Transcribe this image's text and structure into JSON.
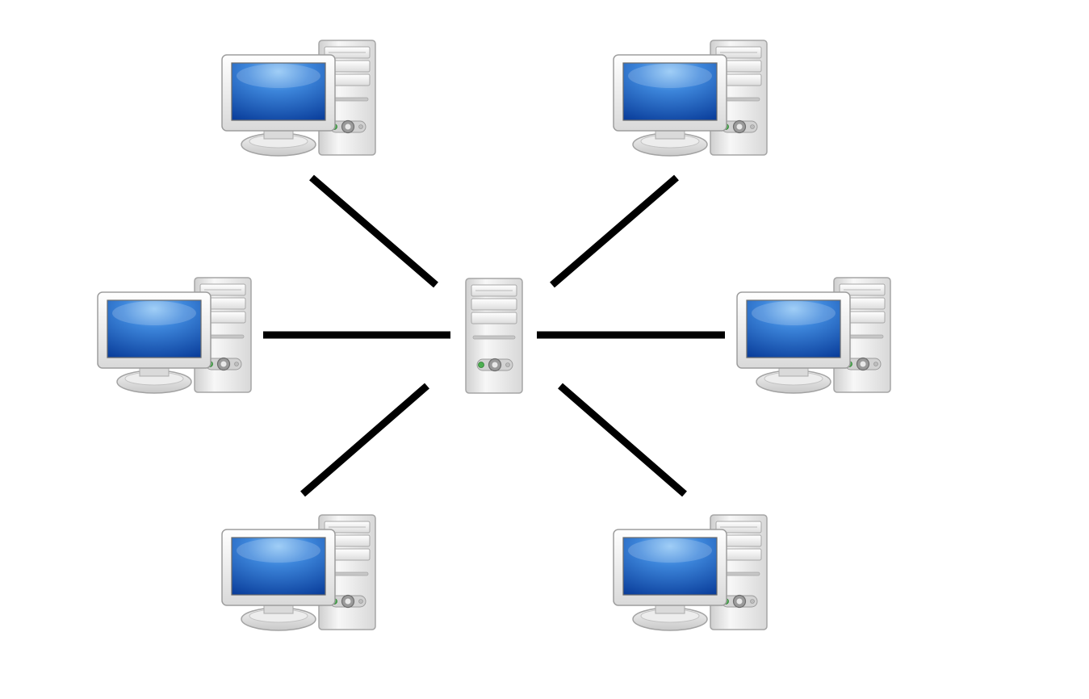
{
  "diagram": {
    "type": "star-network-topology",
    "hub": {
      "id": "hub",
      "kind": "server-tower",
      "icon": "server-tower-icon"
    },
    "nodes": [
      {
        "id": "workstation-top-left",
        "kind": "workstation",
        "icon": "workstation-icon",
        "position": "top-left"
      },
      {
        "id": "workstation-top-right",
        "kind": "workstation",
        "icon": "workstation-icon",
        "position": "top-right"
      },
      {
        "id": "workstation-middle-left",
        "kind": "workstation",
        "icon": "workstation-icon",
        "position": "middle-left"
      },
      {
        "id": "workstation-middle-right",
        "kind": "workstation",
        "icon": "workstation-icon",
        "position": "middle-right"
      },
      {
        "id": "workstation-bottom-left",
        "kind": "workstation",
        "icon": "workstation-icon",
        "position": "bottom-left"
      },
      {
        "id": "workstation-bottom-right",
        "kind": "workstation",
        "icon": "workstation-icon",
        "position": "bottom-right"
      }
    ],
    "links": [
      {
        "from": "hub",
        "to": "workstation-top-left"
      },
      {
        "from": "hub",
        "to": "workstation-top-right"
      },
      {
        "from": "hub",
        "to": "workstation-middle-left"
      },
      {
        "from": "hub",
        "to": "workstation-middle-right"
      },
      {
        "from": "hub",
        "to": "workstation-bottom-left"
      },
      {
        "from": "hub",
        "to": "workstation-bottom-right"
      }
    ],
    "colors": {
      "background": "#ffffff",
      "link": "#000000",
      "screen": "#1f67c8",
      "power_led": "#4caf50",
      "case": "#e9e9e9"
    }
  }
}
